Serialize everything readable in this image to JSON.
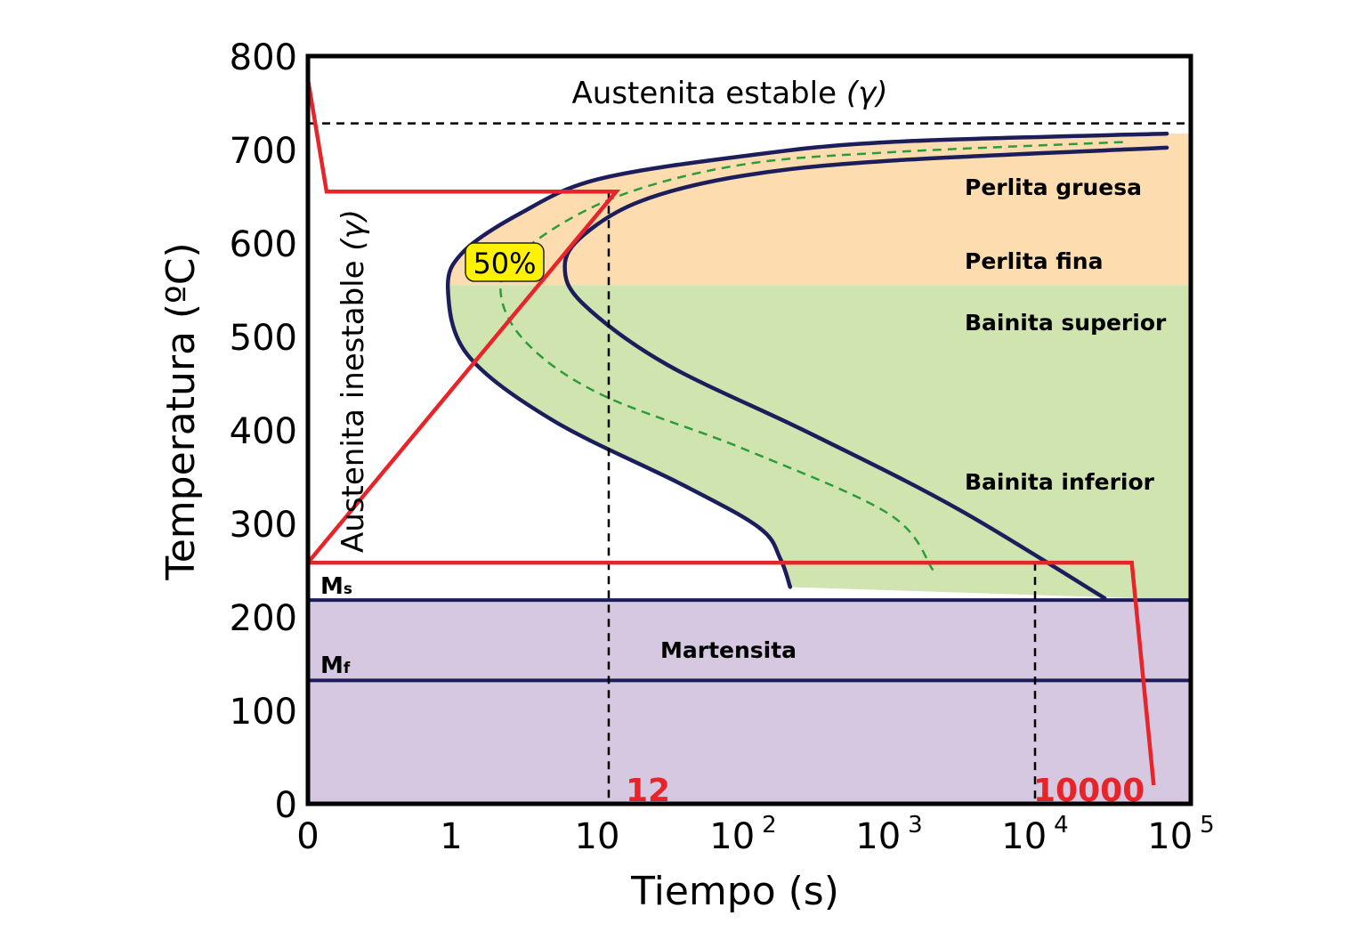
{
  "chart_data": {
    "type": "line",
    "xlabel": "Tiempo (s)",
    "ylabel": "Temperatura (ºC)",
    "ylim": [
      0,
      800
    ],
    "x_scale": "log (0 at origin, then 1 to 10^5)",
    "y_ticks": [
      "0",
      "100",
      "200",
      "300",
      "400",
      "500",
      "600",
      "700",
      "800"
    ],
    "x_ticks": [
      {
        "base": "0",
        "exp": ""
      },
      {
        "base": "1",
        "exp": ""
      },
      {
        "base": "10",
        "exp": ""
      },
      {
        "base": "10",
        "exp": "2"
      },
      {
        "base": "10",
        "exp": "3"
      },
      {
        "base": "10",
        "exp": "4"
      },
      {
        "base": "10",
        "exp": "5"
      }
    ],
    "regions": {
      "stable_austenite": "Austenita estable",
      "unstable_austenite": "Austenita inestable",
      "gamma": "(γ)",
      "coarse_pearlite": "Perlita gruesa",
      "fine_pearlite": "Perlita fina",
      "upper_bainite": "Bainita superior",
      "lower_bainite": "Bainita inferior",
      "martensite": "Martensita"
    },
    "ms": {
      "base": "M",
      "sub": "s",
      "temperature": 218
    },
    "mf": {
      "base": "M",
      "sub": "f",
      "temperature": 132
    },
    "eutectoid_temperature": 728,
    "pearlite_bainite_boundary": 555,
    "half_label": "50%",
    "time_annotations": [
      {
        "label": "12",
        "time": 12
      },
      {
        "label": "10000",
        "time": 10000
      }
    ],
    "transformation_start_curve": [
      [
        80000.0,
        717
      ],
      [
        1000,
        708
      ],
      [
        100,
        693
      ],
      [
        10,
        668
      ],
      [
        3,
        632
      ],
      [
        1.2,
        590
      ],
      [
        0.95,
        550
      ],
      [
        1.3,
        480
      ],
      [
        5,
        410
      ],
      [
        40,
        340
      ],
      [
        130,
        295
      ],
      [
        180,
        262
      ],
      [
        210,
        232
      ]
    ],
    "transformation_end_curve": [
      [
        80000.0,
        702
      ],
      [
        1000,
        688
      ],
      [
        100,
        672
      ],
      [
        20,
        645
      ],
      [
        8,
        608
      ],
      [
        6,
        575
      ],
      [
        8,
        535
      ],
      [
        30,
        470
      ],
      [
        300,
        395
      ],
      [
        3000,
        315
      ],
      [
        30000.0,
        220
      ]
    ],
    "fifty_percent_curve": [
      [
        40000.0,
        708
      ],
      [
        1000,
        697
      ],
      [
        100,
        684
      ],
      [
        15,
        652
      ],
      [
        4,
        605
      ],
      [
        2.2,
        560
      ],
      [
        3,
        500
      ],
      [
        10,
        440
      ],
      [
        100,
        380
      ],
      [
        1000,
        310
      ],
      [
        2000,
        250
      ]
    ],
    "treatments": [
      {
        "color": "#e8242b",
        "points": [
          [
            0,
            775
          ],
          [
            0.14,
            655
          ],
          [
            13.5,
            655
          ],
          [
            0,
            258
          ]
        ]
      },
      {
        "color": "#e8242b",
        "points": [
          [
            0,
            258
          ],
          [
            46000.0,
            258
          ],
          [
            65000.0,
            20
          ]
        ]
      }
    ],
    "colors": {
      "pearlite_fill": "#fddcb0",
      "bainite_fill": "#d0e4b0",
      "martensite_fill": "#d5c8e0",
      "curve": "#1c1e5c",
      "half_curve": "#2a9d3a",
      "treatment": "#e8242b",
      "half_box": "#fff200"
    }
  }
}
